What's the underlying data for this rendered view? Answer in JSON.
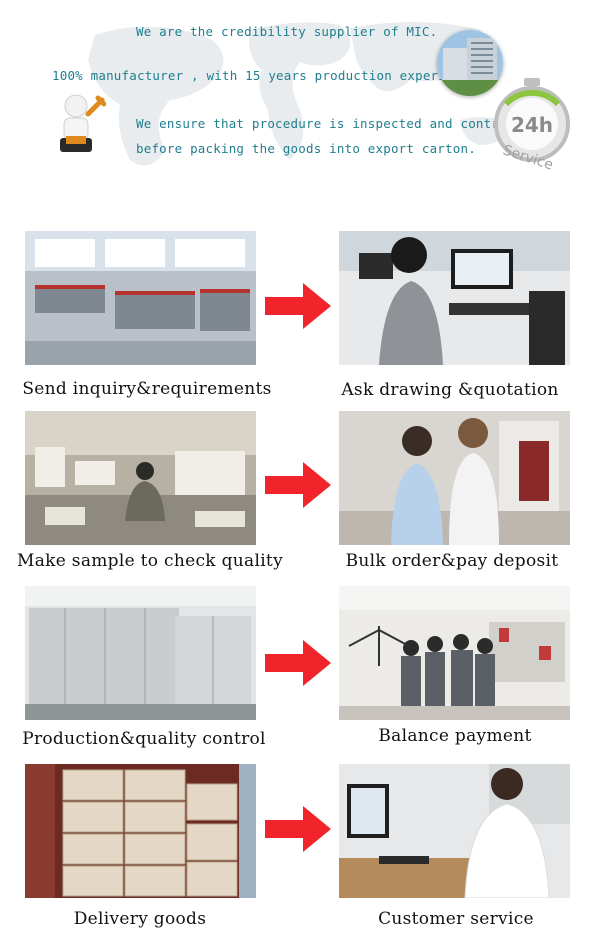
{
  "header": {
    "line1": "We are the credibility supplier of MIC.",
    "line2": "100% manufacturer , with 15 years production experience.",
    "line3": "We ensure that procedure is inspected and controlled",
    "line4": "before packing the goods into export carton.",
    "badge_hours": "24h",
    "badge_text": "Service"
  },
  "steps": [
    {
      "caption": "Send inquiry&requirements"
    },
    {
      "caption": "Ask drawing &quotation"
    },
    {
      "caption": "Make sample to check quality"
    },
    {
      "caption": "Bulk order&pay deposit"
    },
    {
      "caption": "Production&quality control"
    },
    {
      "caption": "Balance payment"
    },
    {
      "caption": "Delivery goods"
    },
    {
      "caption": "Customer service"
    }
  ],
  "colors": {
    "accent_text": "#1f7f8f",
    "arrow": "#f0242a"
  }
}
